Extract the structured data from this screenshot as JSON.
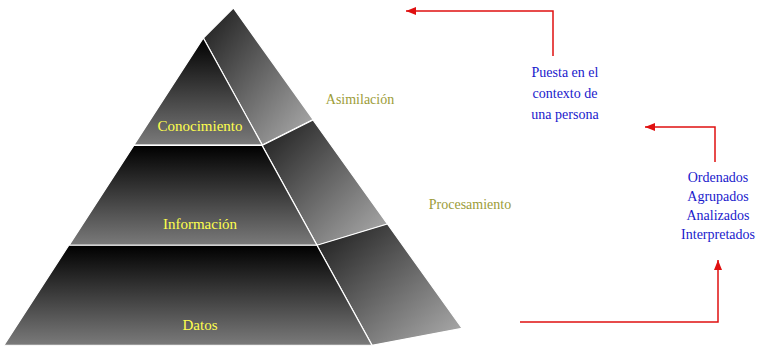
{
  "diagram": {
    "nodes": [
      {
        "text": [
          "Conocimiento"
        ]
      },
      {
        "text": [
          "Información"
        ]
      },
      {
        "text": [
          "Datos"
        ]
      }
    ],
    "labels": [
      "Asimilación",
      "Procesamiento",
      "Puesta en el contexto de una persona",
      "Ordenados Agrupados Analizados Interpretados"
    ]
  }
}
